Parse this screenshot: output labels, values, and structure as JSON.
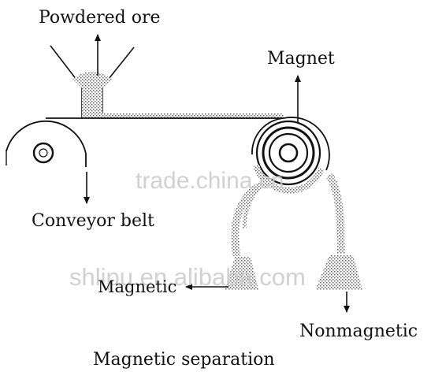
{
  "labels": {
    "powdered_ore": "Powdered ore",
    "magnet": "Magnet",
    "conveyor_belt": "Conveyor belt",
    "magnetic": "Magnetic",
    "nonmagnetic": "Nonmagnetic",
    "caption": "Magnetic separation"
  },
  "watermarks": {
    "top": "trade.china.cn",
    "bottom": "shlipu.en.alibaba.com"
  },
  "colors": {
    "ink": "#111111",
    "ore_stipple": "#777777",
    "watermark": "#c9c9c9"
  }
}
